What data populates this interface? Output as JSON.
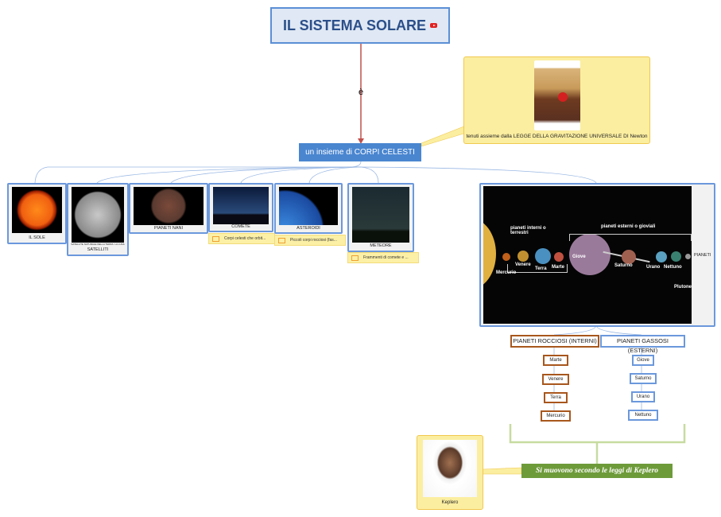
{
  "title": "IL SISTEMA SOLARE",
  "link_label": "è",
  "newton": {
    "text": "tenuti assieme dalla LEGGE DELLA GRAVITAZIONE UNIVERSALE DI Newton"
  },
  "core": "un insieme di CORPI CELESTI",
  "children": [
    {
      "label": "IL SOLE"
    },
    {
      "label": "SATELLITI",
      "caption": "SATELLITE NATURALE DELLA TERRA: LA LUNA"
    },
    {
      "label": "PIANETI NANI"
    },
    {
      "label": "COMETE",
      "note": "Corpi celesti che orbit..."
    },
    {
      "label": "ASTEROIDI",
      "note": "Piccoli corpi rocciosi (fas..."
    },
    {
      "label": "METEORE",
      "note": "Frammenti di comete e ..."
    }
  ],
  "planets": {
    "label": "PIANETI",
    "inner_label": "pianeti interni o terrestri",
    "outer_label": "pianeti esterni o gioviali",
    "names": [
      "Mercurio",
      "Venere",
      "Terra",
      "Marte",
      "Giove",
      "Saturno",
      "Urano",
      "Nettuno",
      "Plutone"
    ]
  },
  "rocky": {
    "label": "PIANETI ROCCIOSI  (INTERNI)",
    "items": [
      "Marte",
      "Venere",
      "Terra",
      "Mercurio"
    ]
  },
  "gassy": {
    "label": "PIANETI GASSOSI (ESTERNI)",
    "items": [
      "Giove",
      "Saturno",
      "Urano",
      "Nettuno"
    ]
  },
  "kepler": {
    "summary": "Si muovono secondo le leggi di Keplero",
    "name": "Keplero"
  },
  "colors": {
    "line_red": "#c0504d",
    "accent_blue": "#4a86d0",
    "green": "#6e9b3a"
  }
}
